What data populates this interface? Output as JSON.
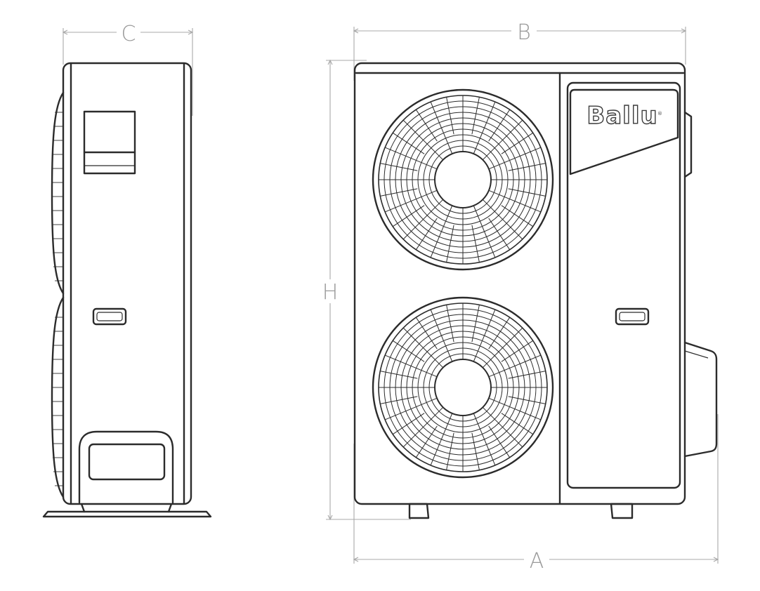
{
  "dimensions": {
    "a": "A",
    "b": "B",
    "c": "C",
    "h": "H"
  },
  "brand": {
    "logo_text": "Ballu",
    "registered_mark": "®"
  },
  "colors": {
    "outline": "#2b2b2b",
    "dimension_lines": "#a8a8a8",
    "dimension_labels": "#9a9a9a",
    "background": "#ffffff"
  }
}
